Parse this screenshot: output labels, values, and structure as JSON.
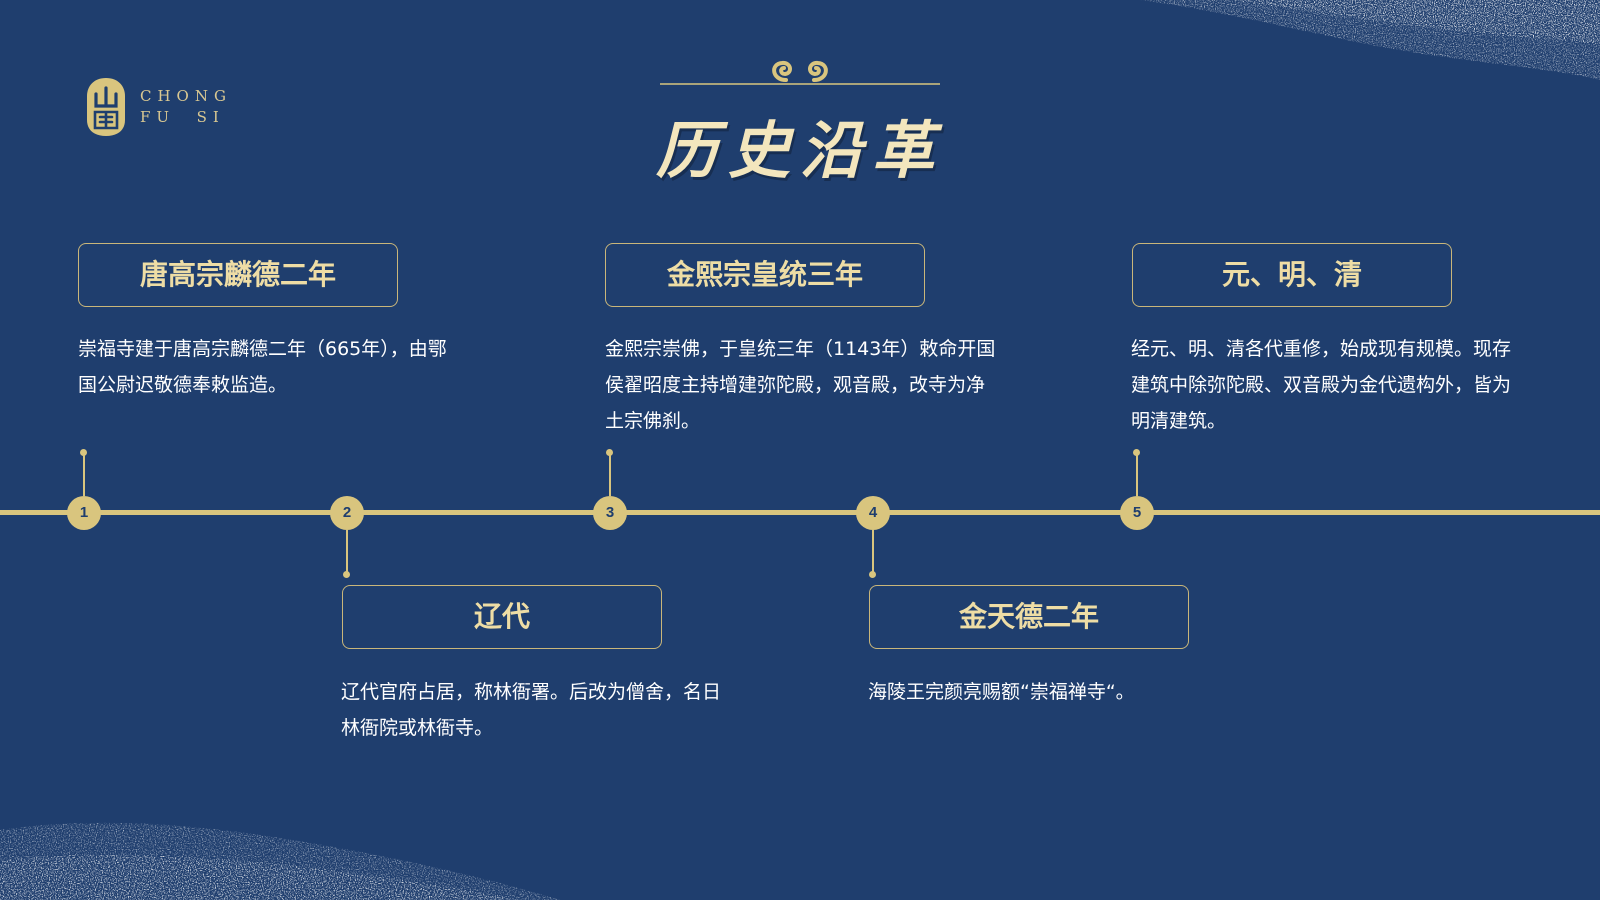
{
  "logo": {
    "line1": "CHONG",
    "line2": "FU  SI"
  },
  "title": "历史沿革",
  "colors": {
    "background": "#1f3e6e",
    "accent_gold": "#d9c57e",
    "title": "#f3e6bd",
    "body_text": "#ffffff"
  },
  "timeline": {
    "nodes": [
      "1",
      "2",
      "3",
      "4",
      "5"
    ],
    "events": [
      {
        "node": "1",
        "title": "唐高宗麟德二年",
        "description": "崇福寺建于唐高宗麟德二年（665年），由鄂国公尉迟敬德奉敕监造。"
      },
      {
        "node": "2",
        "title": "辽代",
        "description": "辽代官府占居，称林衙署。后改为僧舍，名日林衙院或林衙寺。"
      },
      {
        "node": "3",
        "title": "金熙宗皇统三年",
        "description": "金熙宗崇佛，于皇统三年（1143年）敕命开国侯翟昭度主持增建弥陀殿，观音殿，改寺为净土宗佛刹。"
      },
      {
        "node": "4",
        "title": "金天德二年",
        "description": "海陵王完颜亮赐额“崇福禅寺“。"
      },
      {
        "node": "5",
        "title": "元、明、清",
        "description": "经元、明、清各代重修，始成现有规模。现存建筑中除弥陀殿、双音殿为金代遗构外，皆为明清建筑。"
      }
    ]
  }
}
